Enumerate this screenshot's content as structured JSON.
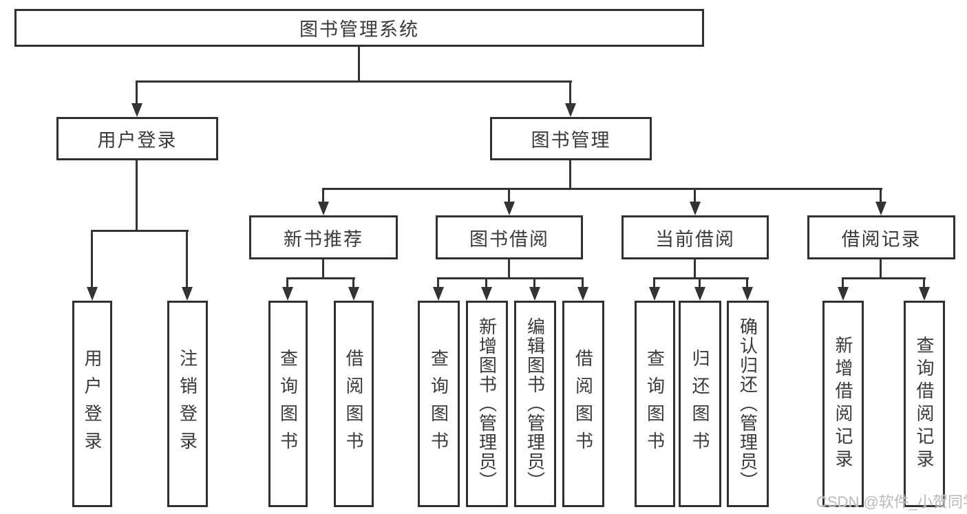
{
  "root": {
    "label": "图书管理系统"
  },
  "branches": [
    {
      "label": "用户登录",
      "children": [
        {
          "label": "用户登录"
        },
        {
          "label": "注销登录"
        }
      ]
    },
    {
      "label": "图书管理",
      "groups": [
        {
          "label": "新书推荐",
          "children": [
            {
              "label": "查询图书"
            },
            {
              "label": "借阅图书"
            }
          ]
        },
        {
          "label": "图书借阅",
          "children": [
            {
              "label": "查询图书"
            },
            {
              "label": "新增图书（管理员）"
            },
            {
              "label": "编辑图书（管理员）"
            },
            {
              "label": "借阅图书"
            }
          ]
        },
        {
          "label": "当前借阅",
          "children": [
            {
              "label": "查询图书"
            },
            {
              "label": "归还图书"
            },
            {
              "label": "确认归还（管理员）"
            }
          ]
        },
        {
          "label": "借阅记录",
          "children": [
            {
              "label": "新增借阅记录"
            },
            {
              "label": "查询借阅记录"
            }
          ]
        }
      ]
    }
  ],
  "watermark": {
    "text": "CSDN @软件_小贺同学"
  },
  "colors": {
    "line": "#333333",
    "box_border": "#2f2f2f",
    "text": "#3a3a3a",
    "watermark": "#b9b9b9",
    "background": "#ffffff"
  }
}
